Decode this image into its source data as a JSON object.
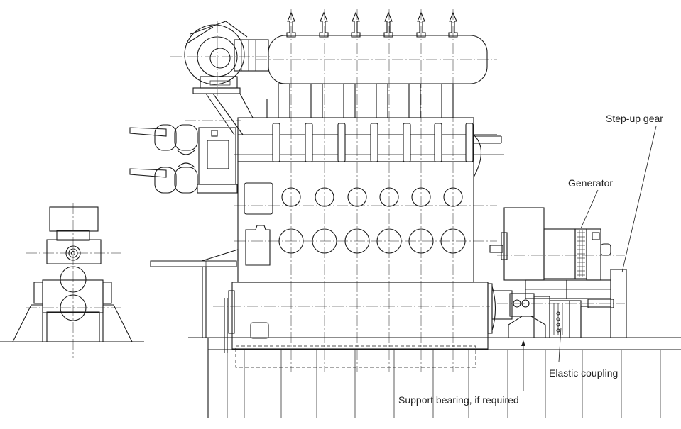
{
  "labels": {
    "step_up_gear": "Step-up gear",
    "generator": "Generator",
    "elastic_coupling": "Elastic coupling",
    "support_bearing": "Support bearing, if required"
  },
  "colors": {
    "line": "#1a1a1a",
    "background": "#ffffff",
    "text": "#222222"
  },
  "engine": {
    "cylinders": 6
  }
}
